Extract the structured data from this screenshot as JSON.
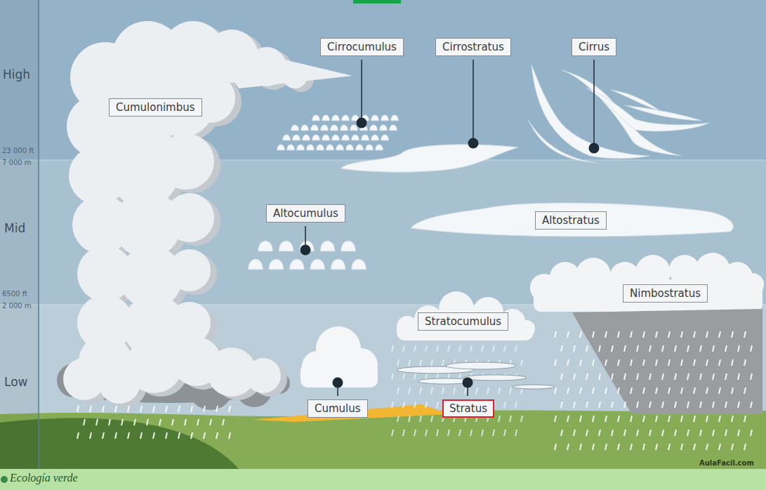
{
  "diagram": {
    "nodes": [
      {
        "text": [
          "Cirrocumulus"
        ]
      },
      {
        "text": [
          "Cirrostratus"
        ]
      },
      {
        "text": [
          "Cirrus"
        ]
      },
      {
        "text": [
          "Cumulonimbus"
        ]
      },
      {
        "text": [
          "Altocumulus"
        ]
      },
      {
        "text": [
          "Altostratus"
        ]
      },
      {
        "text": [
          "Nimbostratus"
        ]
      },
      {
        "text": [
          "Stratocumulus"
        ]
      },
      {
        "text": [
          "Cumulus"
        ]
      },
      {
        "text": [
          "Stratus"
        ]
      }
    ],
    "labels": [
      "High",
      "23 000 ft",
      "7 000 m",
      "Mid",
      "6500 ft",
      "2 000 m",
      "Low",
      "AulaFacil.com",
      "Ecología verde"
    ]
  }
}
